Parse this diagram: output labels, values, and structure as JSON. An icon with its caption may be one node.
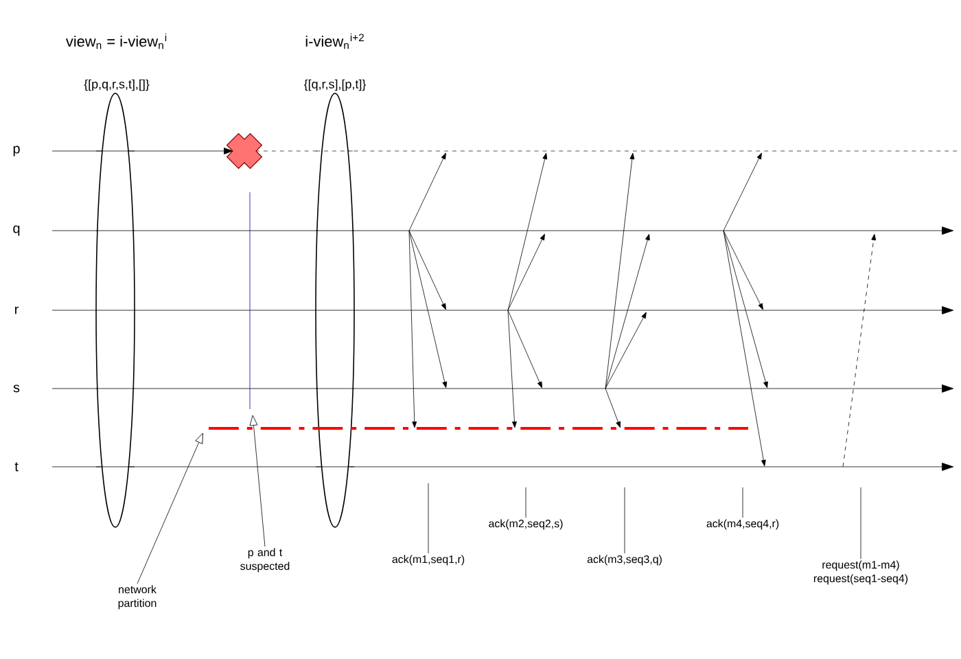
{
  "diagram": {
    "nodes": [
      {
        "text": [
          "network partition"
        ]
      },
      {
        "text": [
          "p and t suspected"
        ]
      },
      {
        "text": [
          "ack(m1,seq1,r)"
        ]
      },
      {
        "text": [
          "ack(m2,seq2,s)"
        ]
      },
      {
        "text": [
          "ack(m3,seq3,q)"
        ]
      },
      {
        "text": [
          "ack(m4,seq4,r)"
        ]
      },
      {
        "text": [
          "request(m1-m4) request(seq1-seq4)"
        ]
      },
      {
        "text": [],
        "shape": "ellipse"
      },
      {
        "text": [],
        "shape": "ellipse"
      }
    ],
    "edges": [
      {
        "from": 0,
        "to": null,
        "arrow": "to"
      },
      {
        "from": 1,
        "to": null,
        "arrow": "to"
      },
      {
        "from": 2,
        "to": null,
        "arrow": "none"
      },
      {
        "from": 3,
        "to": null,
        "arrow": "none"
      },
      {
        "from": 4,
        "to": null,
        "arrow": "none"
      },
      {
        "from": 5,
        "to": null,
        "arrow": "none"
      },
      {
        "from": 6,
        "to": null,
        "arrow": "none"
      }
    ],
    "labels": [
      "view$_{n}$ = i-view$_{n}$$^{i}$",
      "i-view$_{n}$$^{i+2}$",
      "{[p,q,r,s,t],[]}",
      "{[q,r,s],[p,t]}",
      "p",
      "q",
      "r",
      "s",
      "t"
    ]
  }
}
